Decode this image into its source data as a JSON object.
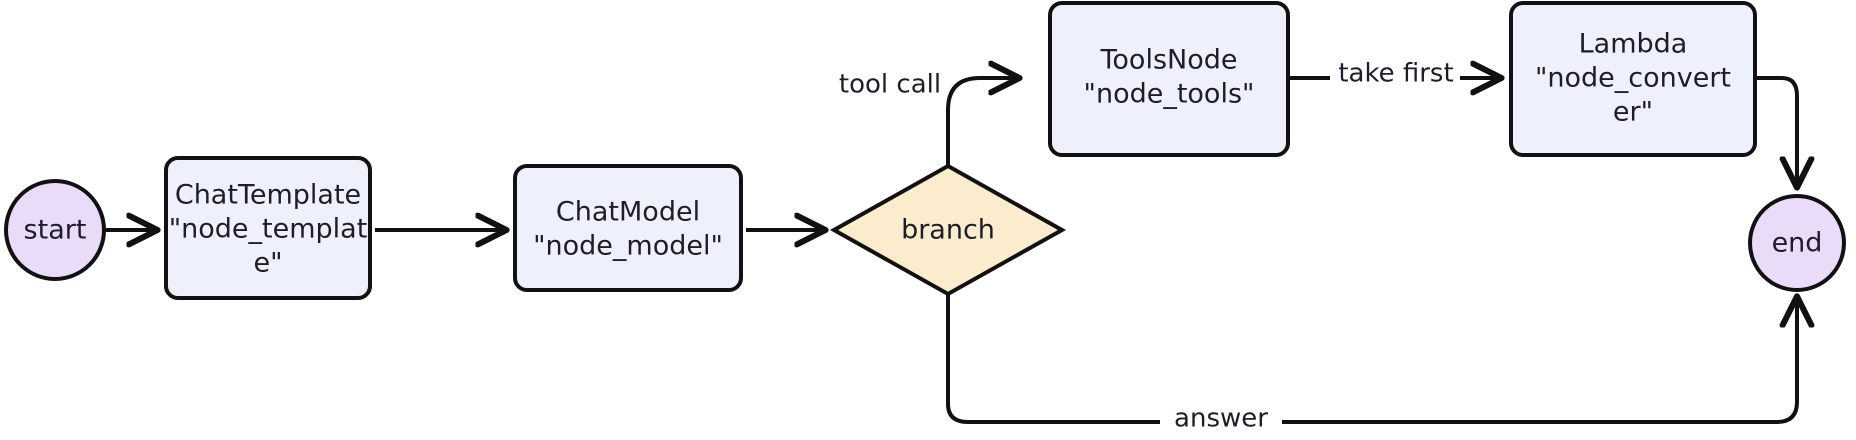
{
  "diagram": {
    "type": "flowchart",
    "direction": "left-to-right",
    "background_color": "#ffffff",
    "stroke_color": "#111111",
    "text_color": "#1d1d2b",
    "palette": {
      "terminal_fill": "#eadcf8",
      "process_fill": "#eef1fb",
      "decision_fill": "#fbeccd"
    },
    "nodes": [
      {
        "id": "start",
        "shape": "circle",
        "label": "start",
        "lines": [
          "start"
        ]
      },
      {
        "id": "node_template",
        "shape": "rounded-rect",
        "label": "ChatTemplate \"node_template\"",
        "lines": [
          "ChatTemplate",
          "\"node_templat",
          "e\""
        ]
      },
      {
        "id": "node_model",
        "shape": "rounded-rect",
        "label": "ChatModel \"node_model\"",
        "lines": [
          "ChatModel",
          "\"node_model\""
        ]
      },
      {
        "id": "branch",
        "shape": "diamond",
        "label": "branch",
        "lines": [
          "branch"
        ]
      },
      {
        "id": "node_tools",
        "shape": "rounded-rect",
        "label": "ToolsNode \"node_tools\"",
        "lines": [
          "ToolsNode",
          "\"node_tools\""
        ]
      },
      {
        "id": "node_converter",
        "shape": "rounded-rect",
        "label": "Lambda \"node_converter\"",
        "lines": [
          "Lambda",
          "\"node_convert",
          "er\""
        ]
      },
      {
        "id": "end",
        "shape": "circle",
        "label": "end",
        "lines": [
          "end"
        ]
      }
    ],
    "edges": [
      {
        "id": "e1",
        "from": "start",
        "to": "node_template",
        "label": ""
      },
      {
        "id": "e2",
        "from": "node_template",
        "to": "node_model",
        "label": ""
      },
      {
        "id": "e3",
        "from": "node_model",
        "to": "branch",
        "label": ""
      },
      {
        "id": "e4",
        "from": "branch",
        "to": "node_tools",
        "label": "tool call"
      },
      {
        "id": "e5",
        "from": "node_tools",
        "to": "node_converter",
        "label": "take first"
      },
      {
        "id": "e6",
        "from": "node_converter",
        "to": "end",
        "label": ""
      },
      {
        "id": "e7",
        "from": "branch",
        "to": "end",
        "label": "answer"
      }
    ]
  }
}
